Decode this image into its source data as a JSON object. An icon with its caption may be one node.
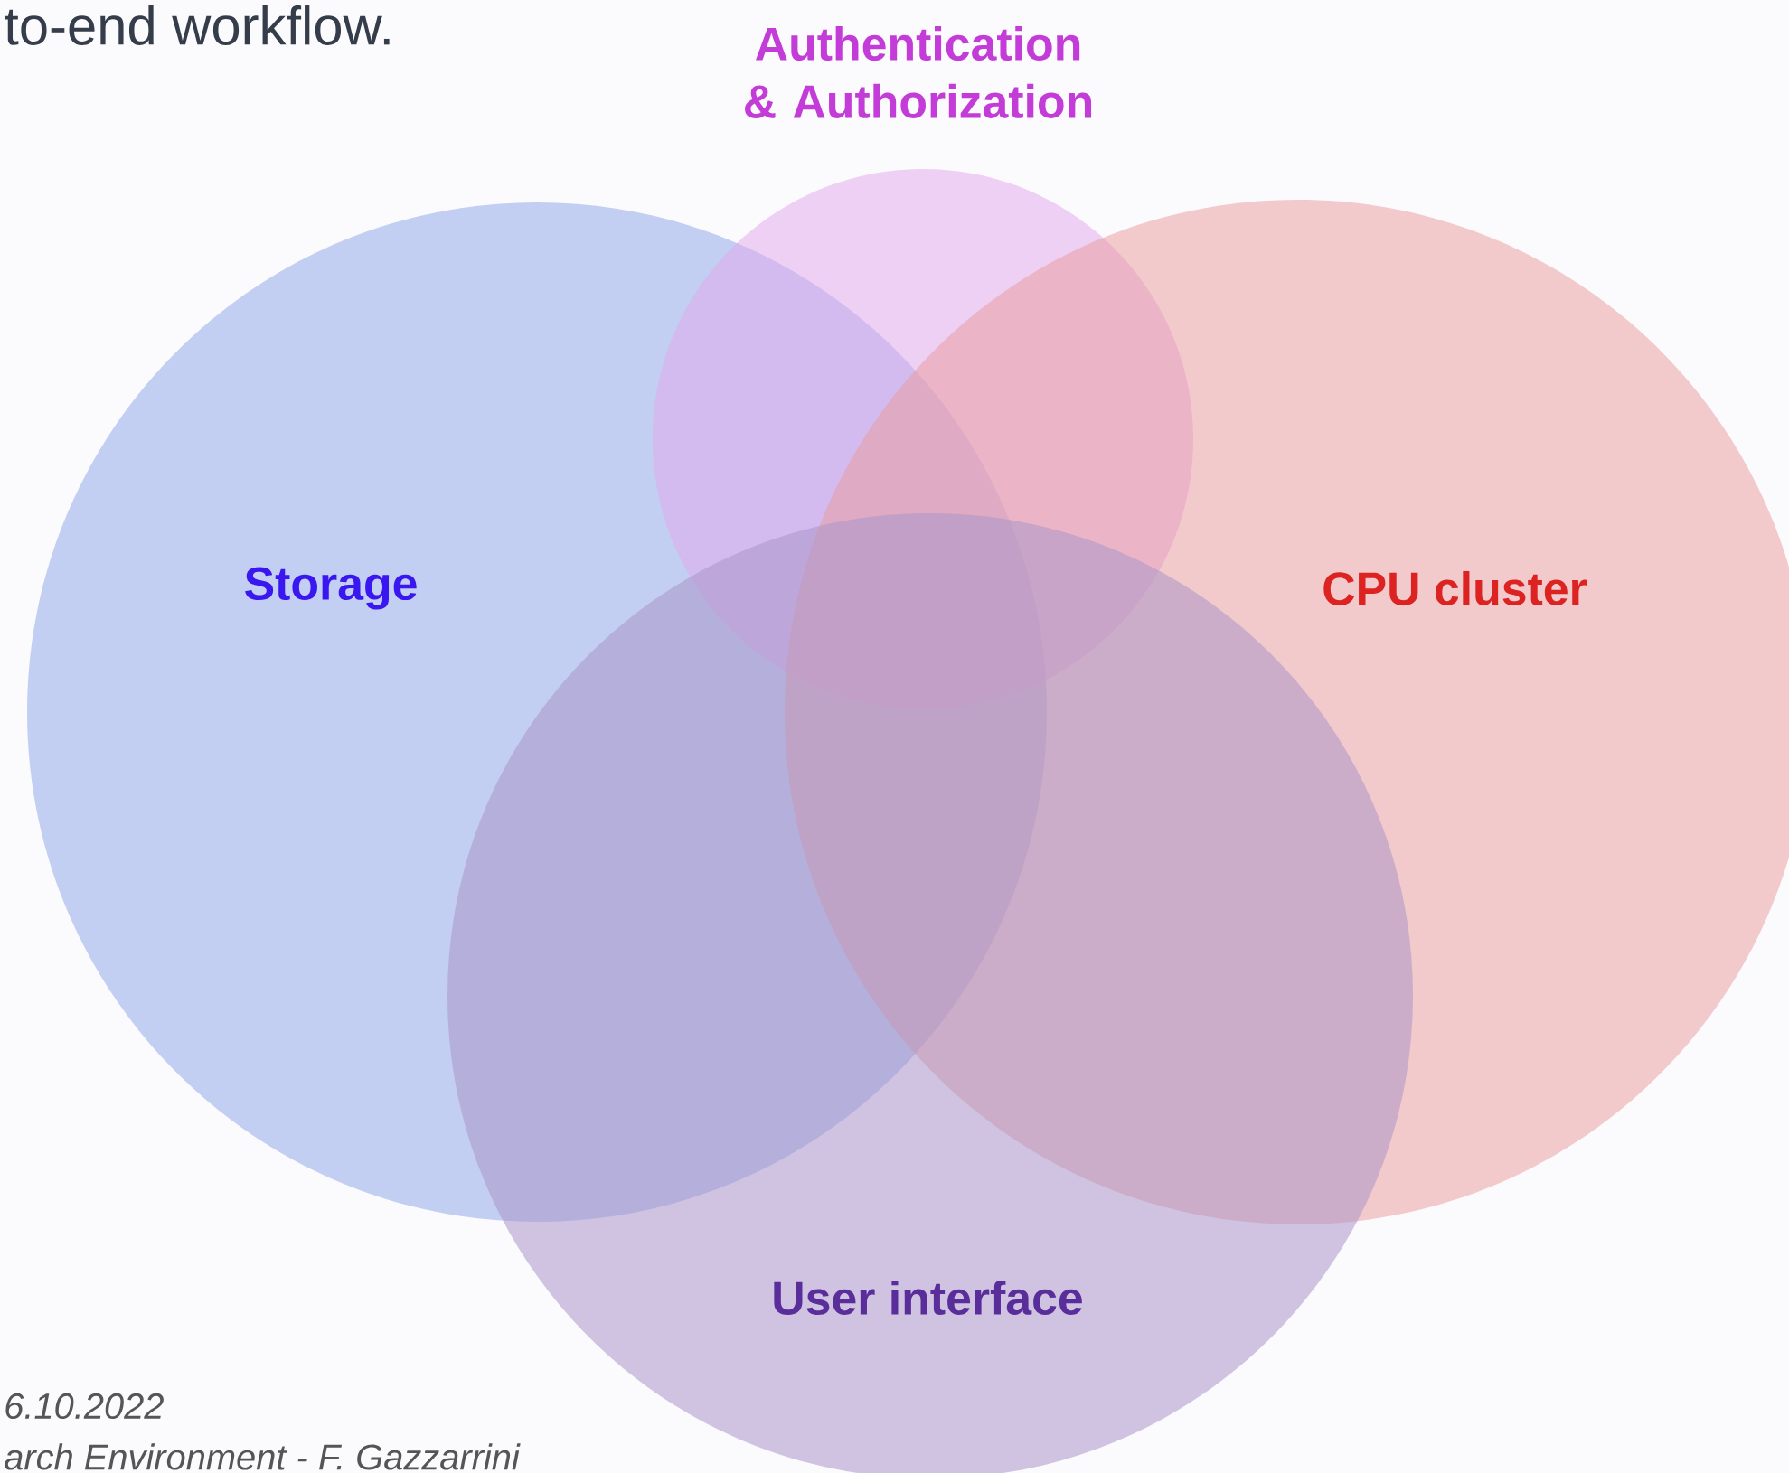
{
  "diagram": {
    "nodes": [
      {
        "text": [
          "Storage"
        ]
      },
      {
        "text": [
          "Authentication & Authorization"
        ]
      },
      {
        "text": [
          "CPU cluster"
        ]
      },
      {
        "text": [
          "User interface"
        ]
      }
    ],
    "labels": [
      "to-end workflow.",
      "6.10.2022",
      "arch Environment - F. Gazzarrini"
    ]
  }
}
